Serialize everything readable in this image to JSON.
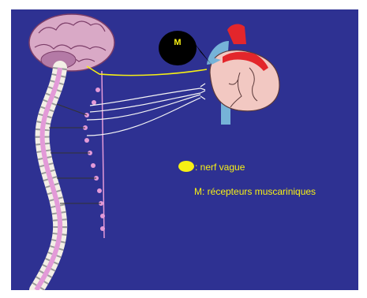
{
  "diagram": {
    "receptor_marker": "M",
    "legend": {
      "vagus_label": ": nerf vague",
      "receptor_label": "M: récepteurs muscariniques"
    }
  },
  "colors": {
    "background": "#2e3192",
    "vagus_nerve": "#f7f014",
    "spinal_cord": "#e39ad8",
    "heart_red": "#e3262b",
    "heart_blue": "#76b3d8",
    "heart_body": "#f2c8c2",
    "brain": "#d9a9c6"
  }
}
